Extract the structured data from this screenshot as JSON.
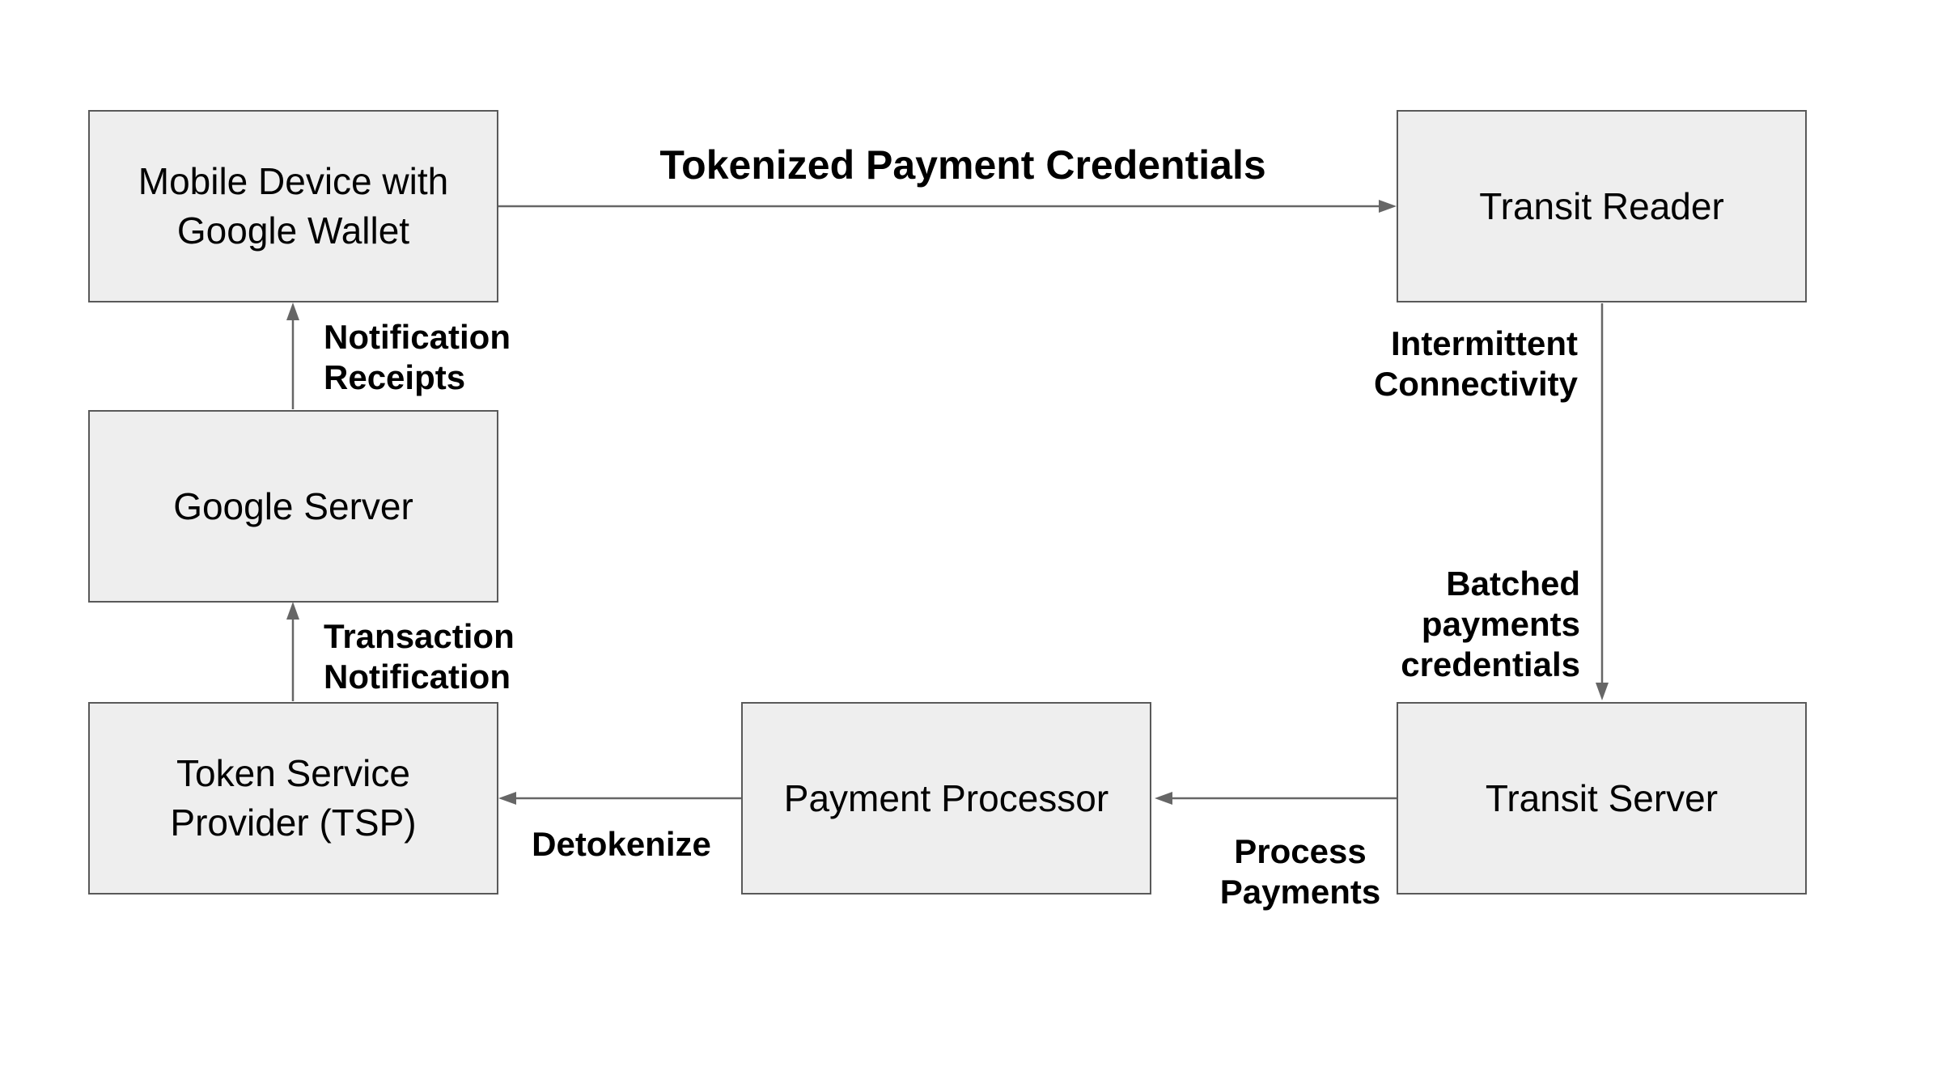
{
  "colors": {
    "background": "#ffffff",
    "node_fill": "#eeeeee",
    "node_border": "#595959",
    "arrow": "#666666",
    "label_text": "#000000"
  },
  "nodes": [
    {
      "id": "mobile-device",
      "label": "Mobile Device with\nGoogle Wallet"
    },
    {
      "id": "transit-reader",
      "label": "Transit Reader"
    },
    {
      "id": "google-server",
      "label": "Google Server"
    },
    {
      "id": "token-service-provider",
      "label": "Token Service\nProvider (TSP)"
    },
    {
      "id": "payment-processor",
      "label": "Payment Processor"
    },
    {
      "id": "transit-server",
      "label": "Transit Server"
    }
  ],
  "edge_labels": {
    "tokenized": "Tokenized Payment Credentials",
    "intermittent": "Intermittent\nConnectivity",
    "batched": "Batched\npayments\ncredentials",
    "process": "Process\nPayments",
    "detokenize": "Detokenize",
    "transaction": "Transaction\nNotification",
    "receipts": "Notification\nReceipts"
  }
}
